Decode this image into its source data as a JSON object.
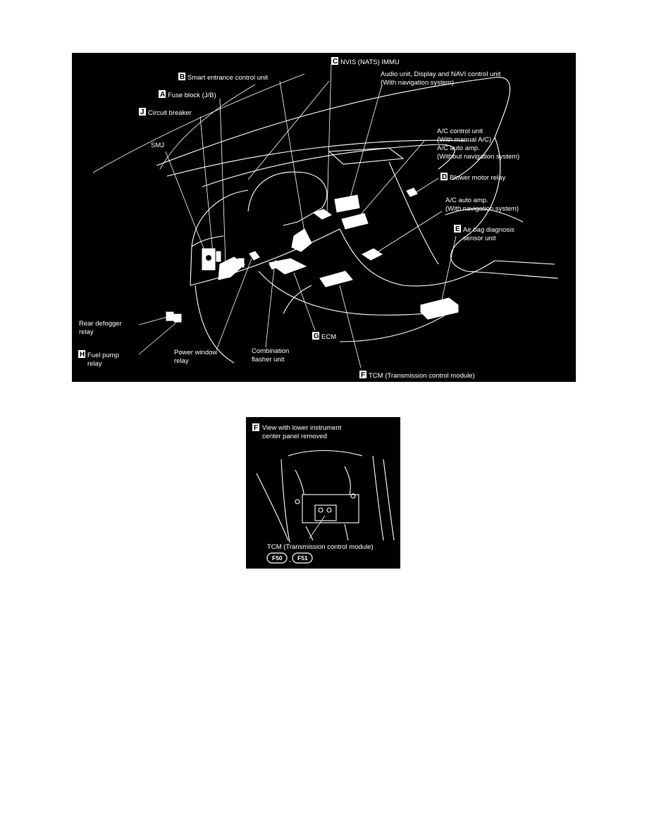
{
  "main_diagram": {
    "labels": {
      "nvis": {
        "letter": "C",
        "text": "NVIS (NATS) IMMU"
      },
      "audio": {
        "line1": "Audio unit, Display and NAVI control unit",
        "line2": "(With navigation system)"
      },
      "smart": {
        "letter": "B",
        "text": "Smart entrance control unit"
      },
      "fuse": {
        "letter": "A",
        "text": "Fuse block (J/B)"
      },
      "circuit": {
        "letter": "J",
        "text": "Circuit breaker"
      },
      "smj": {
        "text": "SMJ"
      },
      "ac_control": {
        "line1": "A/C control unit",
        "line2": "(With manual A/C)",
        "line3": "A/C auto amp.",
        "line4": "(Without navigation system)"
      },
      "blower": {
        "letter": "D",
        "text": "Blower motor relay"
      },
      "ac_auto_nav": {
        "line1": "A/C auto amp.",
        "line2": "(With navigation system)"
      },
      "airbag": {
        "letter": "E",
        "line1": "Air bag diagnosis",
        "line2": "sensor unit"
      },
      "rear_defogger": {
        "line1": "Rear defogger",
        "line2": "relay"
      },
      "fuel_pump": {
        "letter": "H",
        "line1": "Fuel pump",
        "line2": "relay"
      },
      "power_window": {
        "line1": "Power window",
        "line2": "relay"
      },
      "combination": {
        "line1": "Combination",
        "line2": "flasher unit"
      },
      "ecm": {
        "letter": "G",
        "text": "ECM"
      },
      "tcm": {
        "letter": "F",
        "text": "TCM (Transmission control module)"
      }
    }
  },
  "detail_view": {
    "letter": "F",
    "line1": "View with lower instrument",
    "line2": "center panel removed",
    "tcm_text": "TCM (Transmission control module)",
    "connectors": [
      "F50",
      "F51"
    ],
    "separator": ","
  }
}
